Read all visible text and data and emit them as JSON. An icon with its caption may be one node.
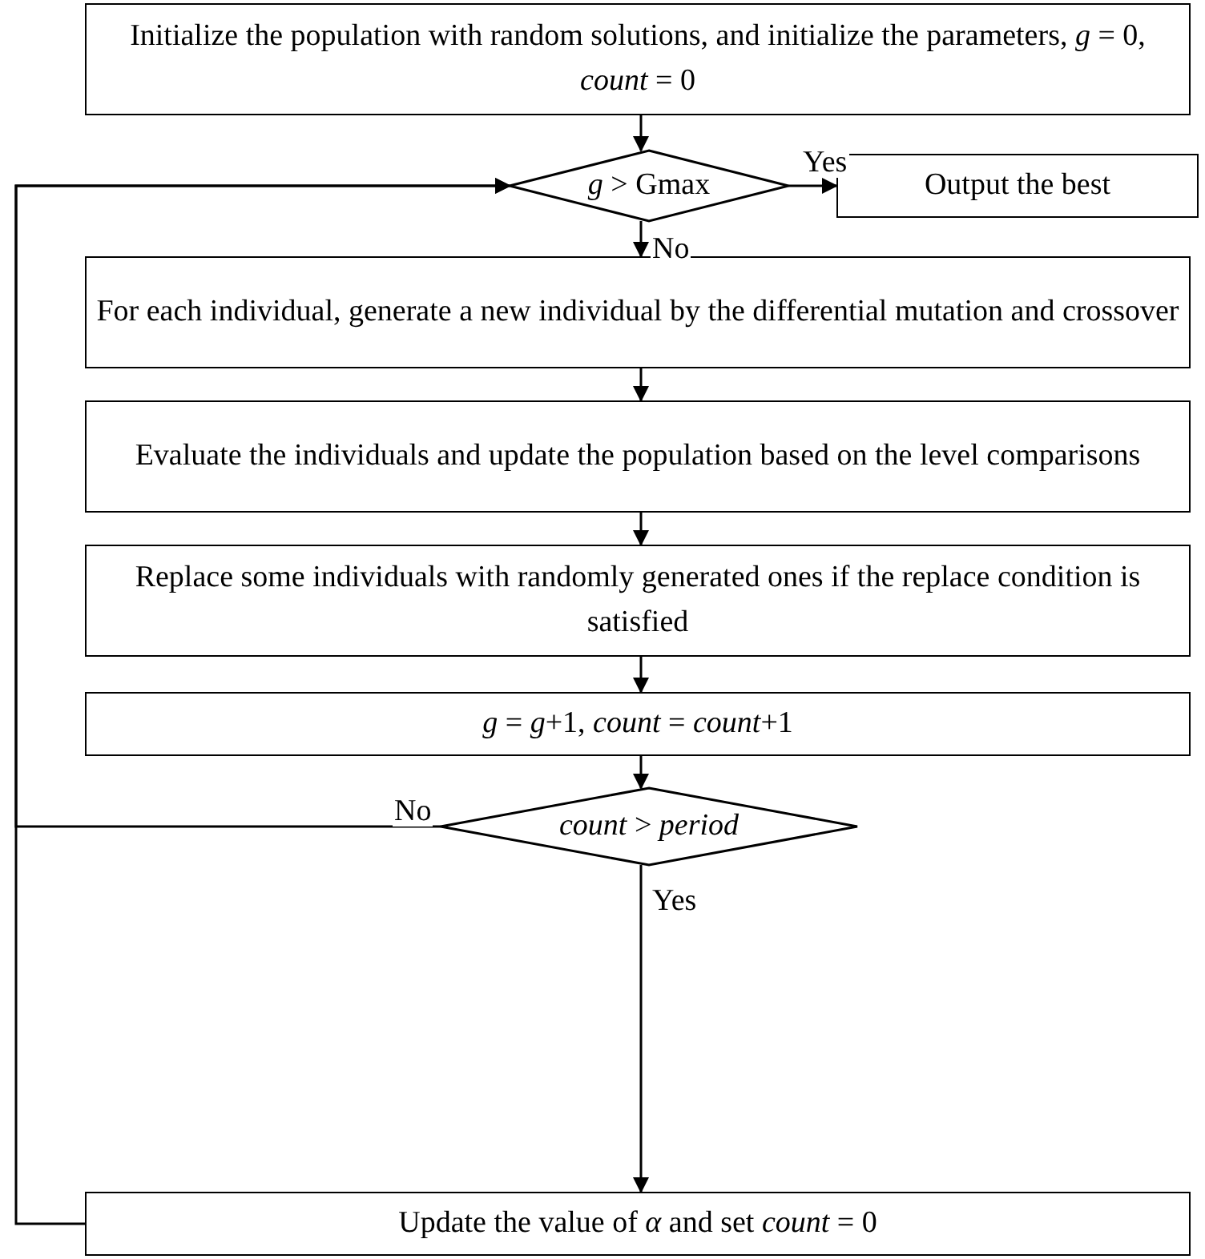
{
  "diagram": {
    "nodes": [
      {
        "text": [
          "Initialize the population with random solutions, and initialize the parameters, *g* = 0, *count* = 0"
        ]
      },
      {
        "text": [
          "*g* > Gmax"
        ]
      },
      {
        "text": [
          "Output the best"
        ]
      },
      {
        "text": [
          "For each individual, generate a new individual by the differential mutation and crossover"
        ]
      },
      {
        "text": [
          "Evaluate the individuals and update the population based on the level comparisons"
        ]
      },
      {
        "text": [
          "Replace some individuals with randomly generated ones if the replace condition is satisfied"
        ]
      },
      {
        "text": [
          "*g* = *g*+1, *count* = *count*+1"
        ]
      },
      {
        "text": [
          "*count* > *period*"
        ]
      },
      {
        "text": [
          "Update the value of  *α* and set *count* = 0"
        ]
      }
    ],
    "edges": [
      {
        "from": 0,
        "to": 1,
        "arrow": "to"
      },
      {
        "from": 1,
        "to": 2,
        "arrow": "to",
        "label": "Yes"
      },
      {
        "from": 1,
        "to": 3,
        "arrow": "to",
        "label": "No"
      },
      {
        "from": 3,
        "to": 4,
        "arrow": "to"
      },
      {
        "from": 4,
        "to": 5,
        "arrow": "to"
      },
      {
        "from": 5,
        "to": 6,
        "arrow": "to"
      },
      {
        "from": 6,
        "to": 7,
        "arrow": "to"
      },
      {
        "from": 7,
        "to": 1,
        "arrow": "to",
        "label": "No"
      },
      {
        "from": 7,
        "to": 8,
        "arrow": "to",
        "label": "Yes"
      },
      {
        "from": 8,
        "to": 1,
        "arrow": "to"
      }
    ]
  }
}
